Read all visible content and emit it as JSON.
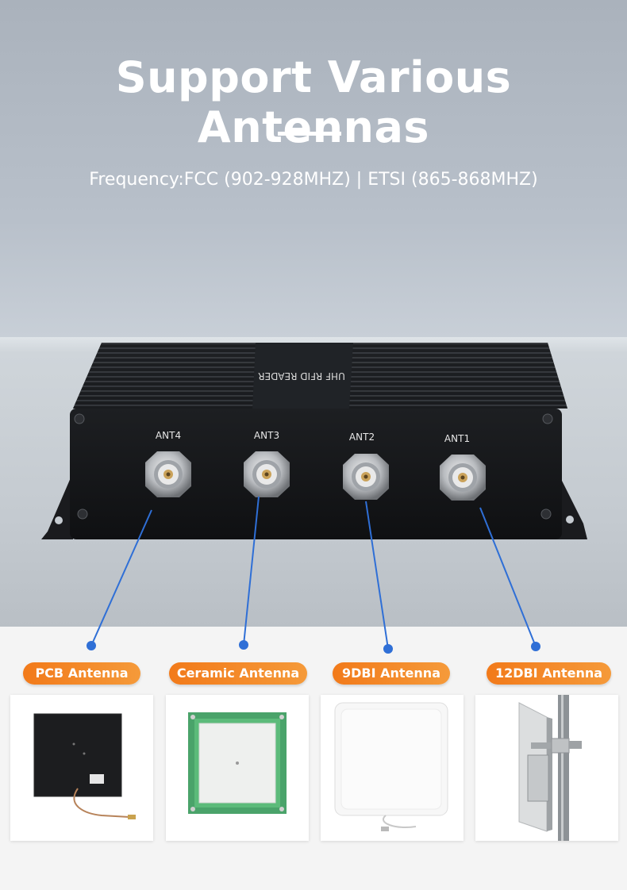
{
  "header": {
    "title": "Support Various Antennas",
    "subtitle": "Frequency:FCC (902-928MHZ) | ETSI (865-868MHZ)"
  },
  "device": {
    "ports": [
      "ANT4",
      "ANT3",
      "ANT2",
      "ANT1"
    ]
  },
  "antennas": [
    {
      "label": "PCB Antenna"
    },
    {
      "label": "Ceramic Antenna"
    },
    {
      "label": "9DBI Antenna"
    },
    {
      "label": "12DBI Antenna"
    }
  ],
  "colors": {
    "accent": "#f27a1a",
    "connector_line": "#2f6fd6",
    "device_body": "#16181b"
  }
}
